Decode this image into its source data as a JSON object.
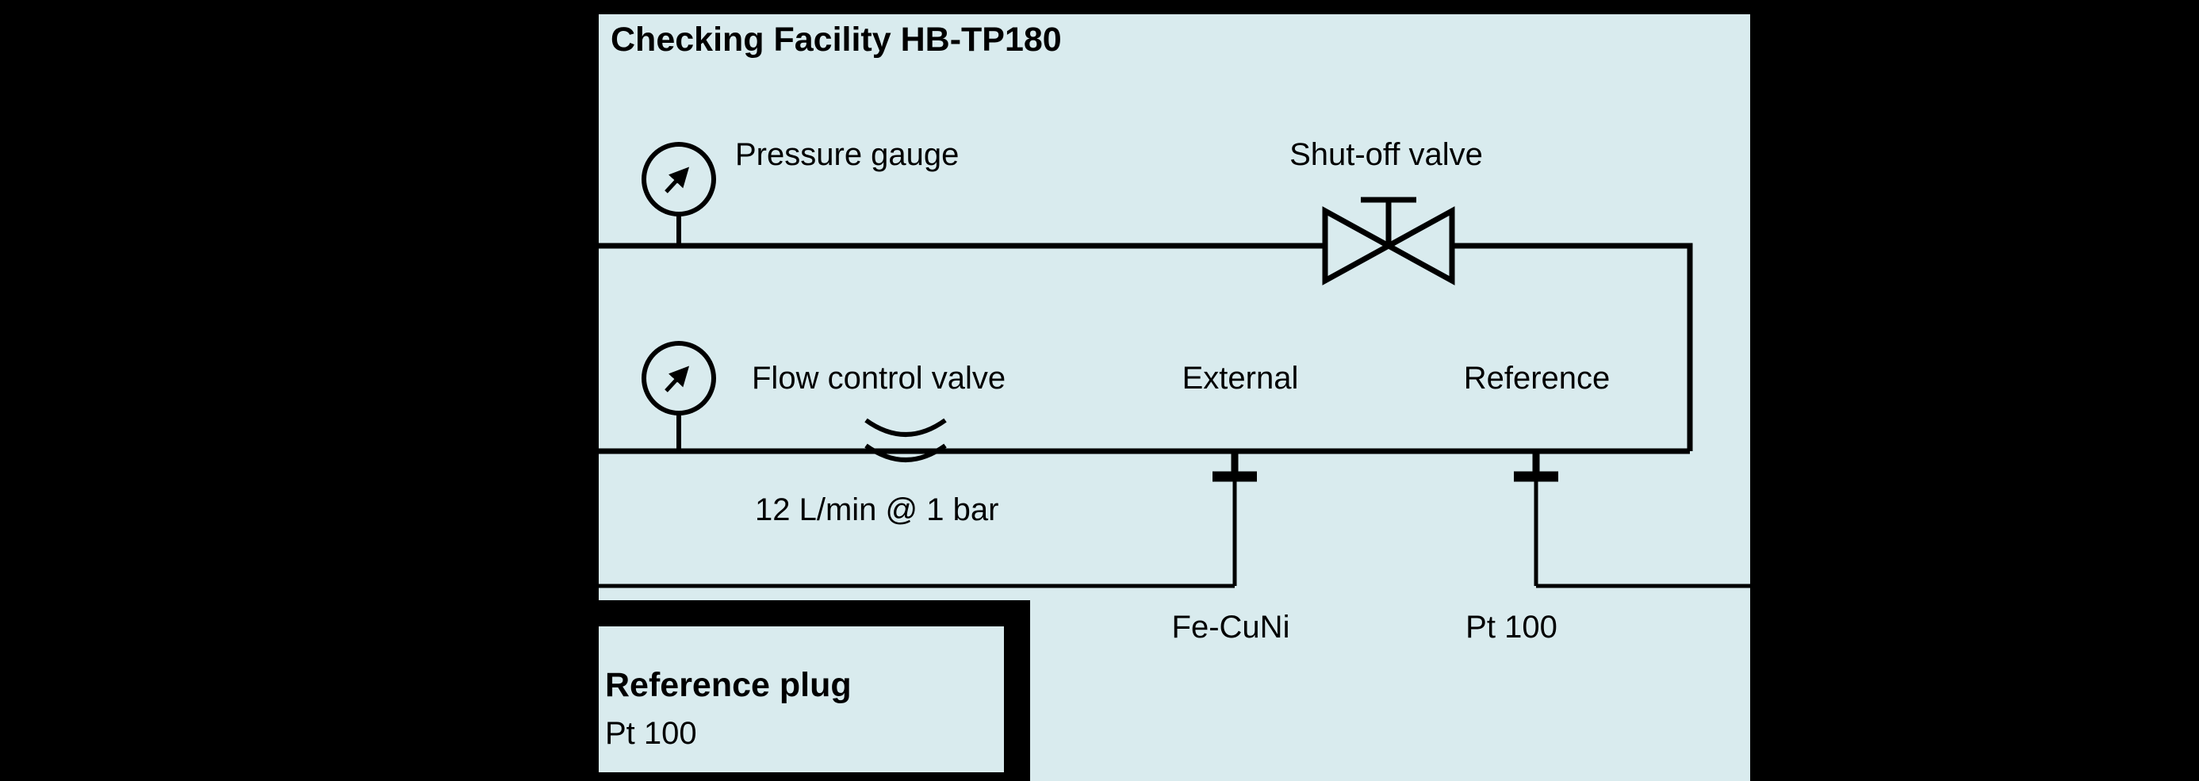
{
  "colors": {
    "background": "#000000",
    "panel": "#d9ebee",
    "line": "#000000"
  },
  "diagram": {
    "title": "Checking Facility HB-TP180",
    "pressure_gauge_label": "Pressure gauge",
    "shutoff_valve_label": "Shut-off valve",
    "flow_control_valve_label": "Flow control valve",
    "flow_rate_label": "12 L/min @ 1 bar",
    "external_label": "External",
    "reference_label": "Reference",
    "external_sensor_type": "Fe-CuNi",
    "reference_sensor_type": "Pt 100"
  },
  "reference_plug": {
    "title": "Reference plug",
    "sensor_type": "Pt 100"
  },
  "icons": {
    "pressure_gauge": "circular-gauge-with-needle",
    "flow_gauge": "circular-gauge-with-needle",
    "shutoff_valve": "bowtie-valve-with-t-stem",
    "flow_restrictor": "double-arc-restriction",
    "sensor_connector": "plug-tick-on-pipe"
  }
}
